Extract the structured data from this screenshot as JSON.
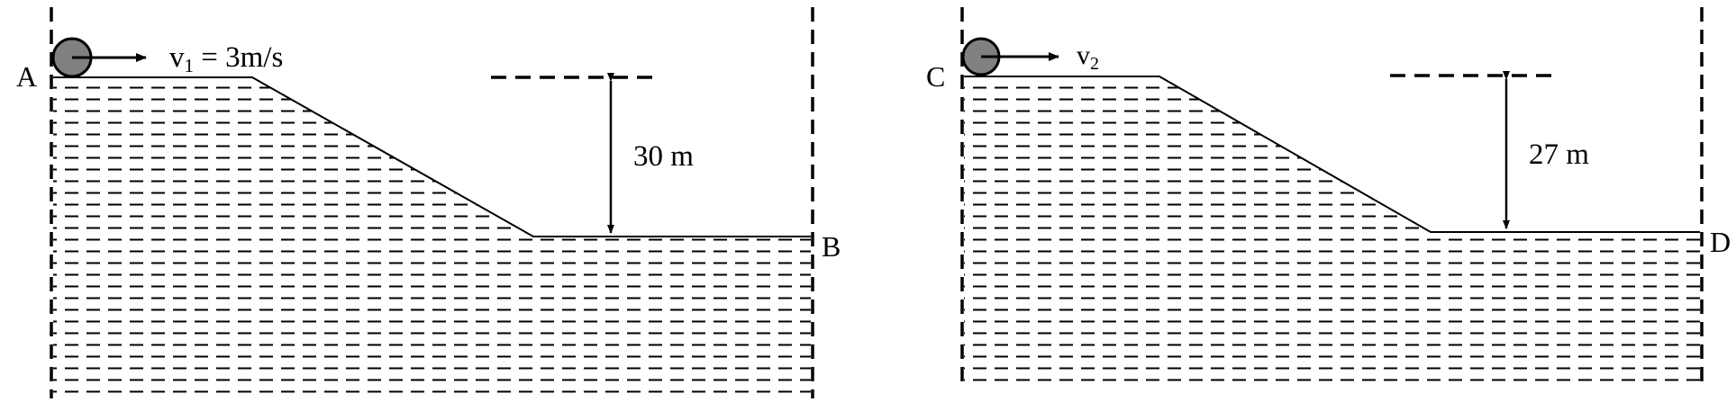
{
  "left": {
    "start_label": "A",
    "end_label": "B",
    "velocity_symbol": "v",
    "velocity_sub": "1",
    "velocity_rest": " = 3m/s",
    "height_label": "30 m"
  },
  "right": {
    "start_label": "C",
    "end_label": "D",
    "velocity_symbol": "v",
    "velocity_sub": "2",
    "height_label": "27 m"
  },
  "colors": {
    "ball_fill": "#808080",
    "stroke": "#000000"
  }
}
